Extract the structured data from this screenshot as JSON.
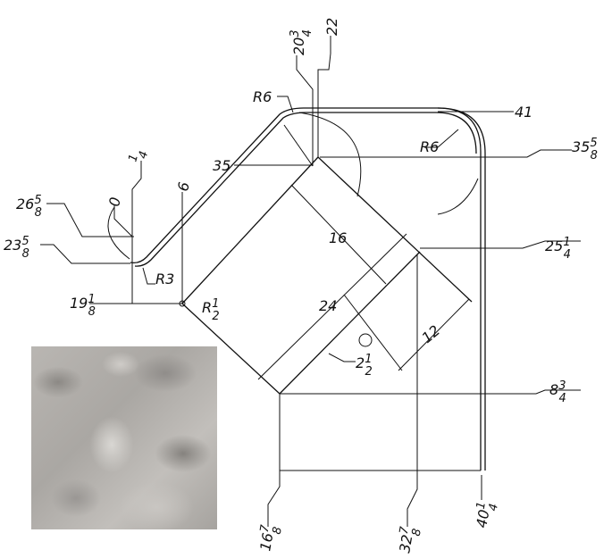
{
  "title_block": null,
  "dims": {
    "d20_3_4": {
      "whole": "20",
      "num": "3",
      "den": "4"
    },
    "d22": "22",
    "r6_top": "R6",
    "r6_right": "R6",
    "d41": "41",
    "d35_5_8": {
      "whole": "35",
      "num": "5",
      "den": "8"
    },
    "d35": "35",
    "d1_4": {
      "num": "1",
      "den": "4"
    },
    "d0": "0",
    "d6": "6",
    "d26_5_8": {
      "whole": "26",
      "num": "5",
      "den": "8"
    },
    "d23_5_8": {
      "whole": "23",
      "num": "5",
      "den": "8"
    },
    "r3": "R3",
    "d19_1_8": {
      "whole": "19",
      "num": "1",
      "den": "8"
    },
    "r1_2": {
      "whole": "R",
      "num": "1",
      "den": "2"
    },
    "d16": "16",
    "d25_1_4": {
      "whole": "25",
      "num": "1",
      "den": "4"
    },
    "d24": "24",
    "d12": "12",
    "d2_1_2": {
      "whole": "2",
      "num": "1",
      "den": "2"
    },
    "d8_3_4": {
      "whole": "8",
      "num": "3",
      "den": "4"
    },
    "d16_7_8": {
      "whole": "16",
      "num": "7",
      "den": "8"
    },
    "d32_7_8": {
      "whole": "32",
      "num": "7",
      "den": "8"
    },
    "d40_1_4": {
      "whole": "40",
      "num": "1",
      "den": "4"
    }
  },
  "swatch": {
    "material": "marble",
    "color": "#b4b1ad"
  }
}
